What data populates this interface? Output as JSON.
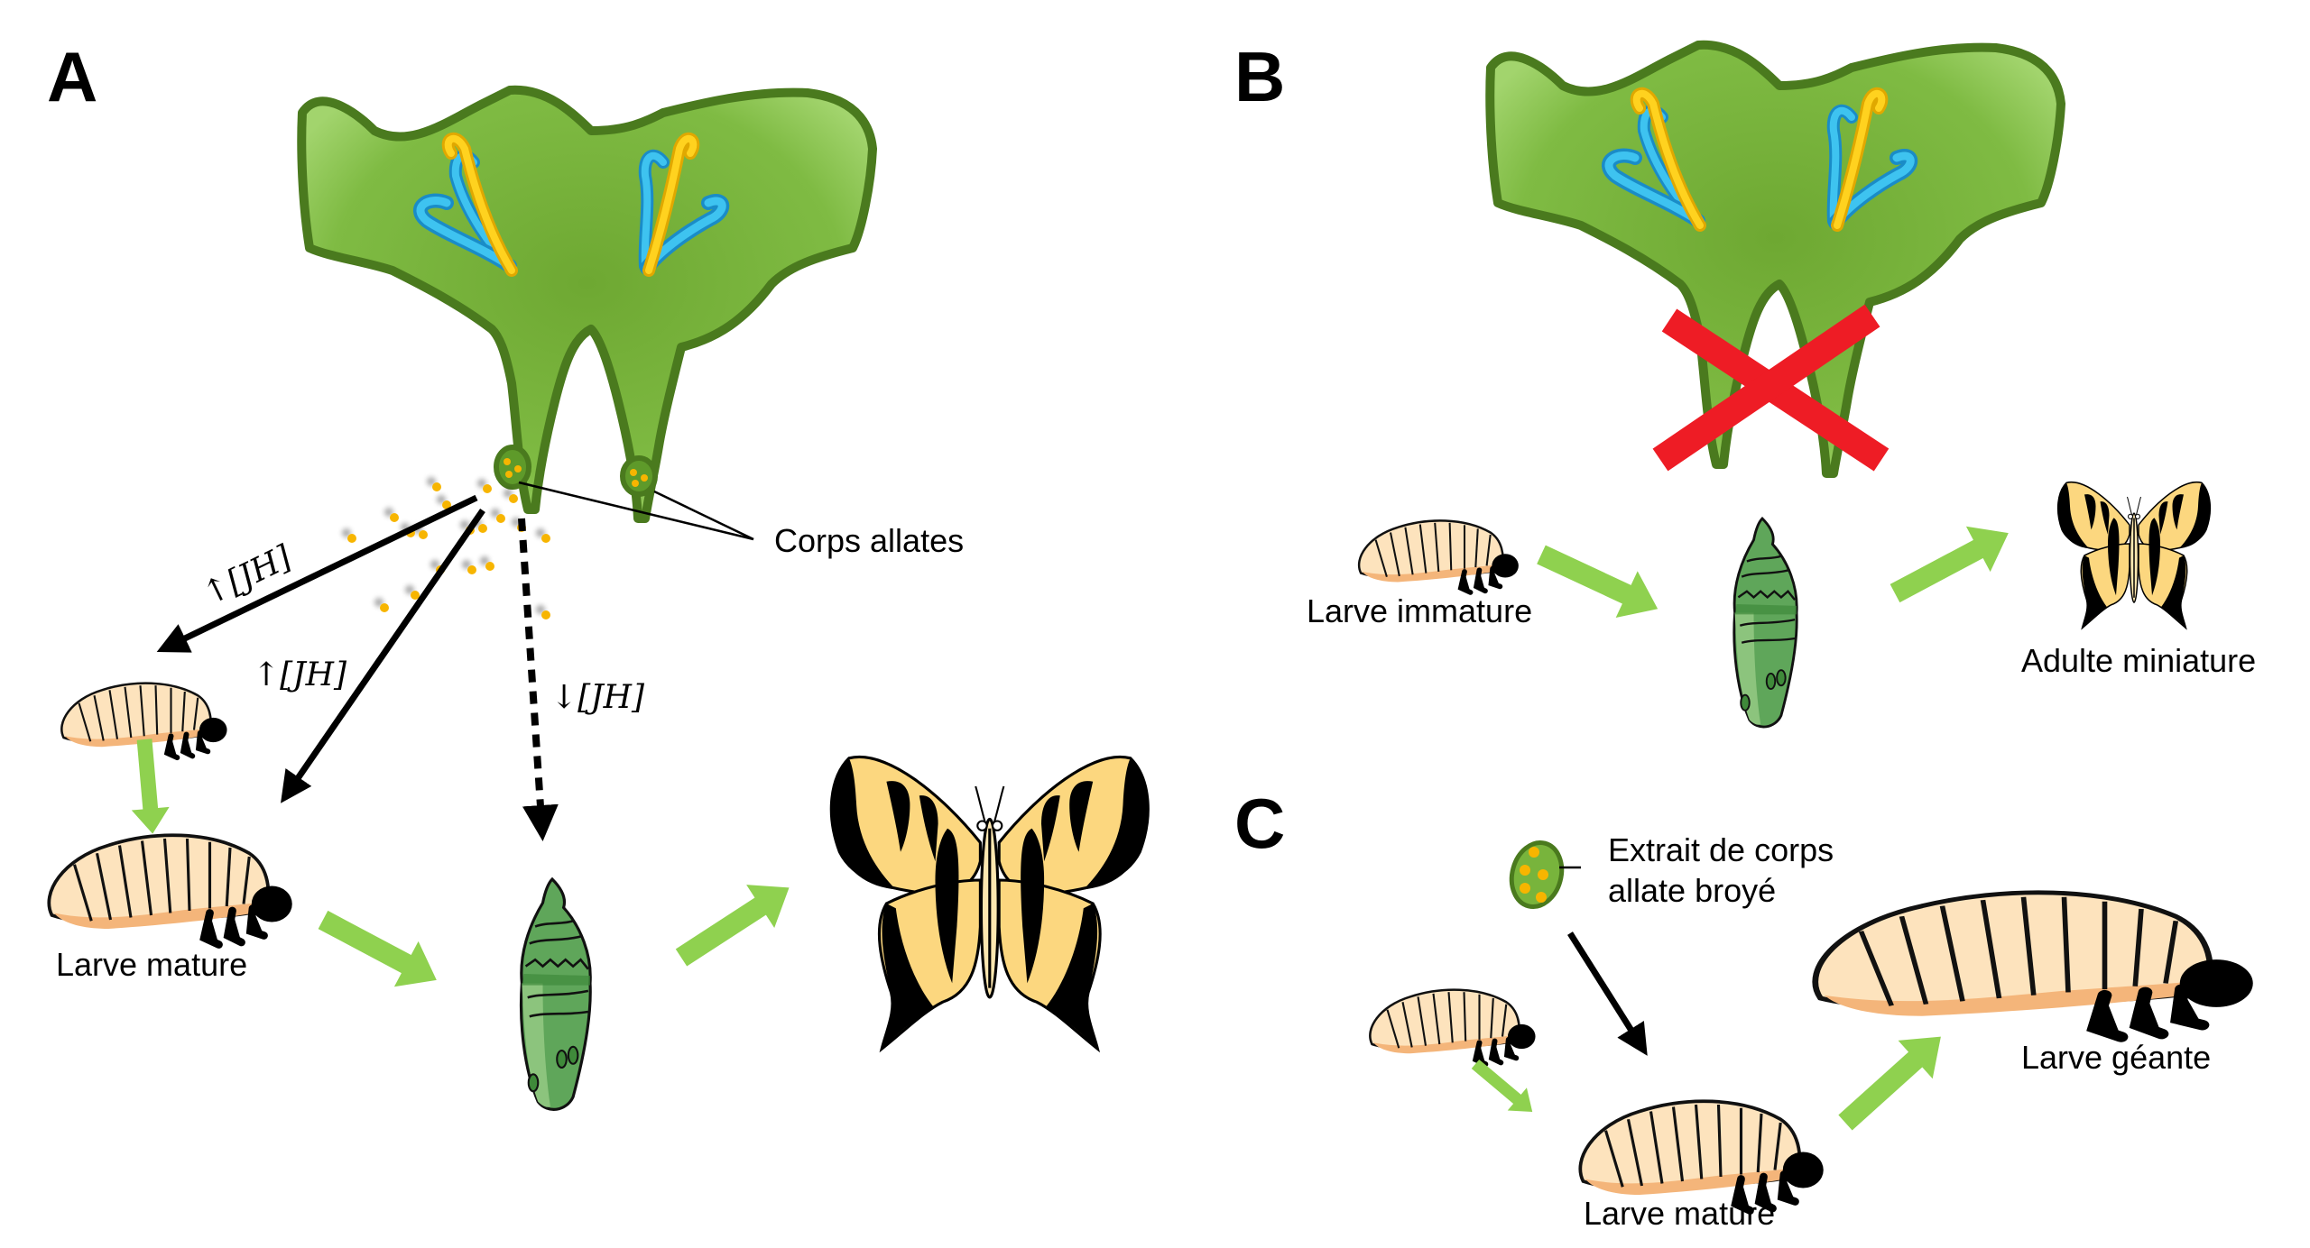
{
  "panels": {
    "A": {
      "letter": "A",
      "corps_allates_label": "Corps allates",
      "jh_labels": [
        "↑[JH]",
        "↑[JH]",
        "↓[JH]"
      ],
      "larve_mature_label": "Larve mature"
    },
    "B": {
      "letter": "B",
      "larve_immature_label": "Larve immature",
      "adulte_label": "Adulte miniature"
    },
    "C": {
      "letter": "C",
      "extract_label_line1": "Extrait de corps",
      "extract_label_line2": "allate broyé",
      "larve_mature_label": "Larve mature",
      "larve_geante_label": "Larve géante"
    }
  },
  "colors": {
    "brain_fill": "#78b43c",
    "brain_stroke": "#4a7a1e",
    "arrow_green": "#8fd14f",
    "blocked_red": "#ee1c25",
    "jh_dot": "#f7b500",
    "pupa_green": "#5fa65a",
    "larva_cream": "#fde3bd",
    "larva_orange": "#f4b57a",
    "wing_yellow": "#fcd77f"
  }
}
